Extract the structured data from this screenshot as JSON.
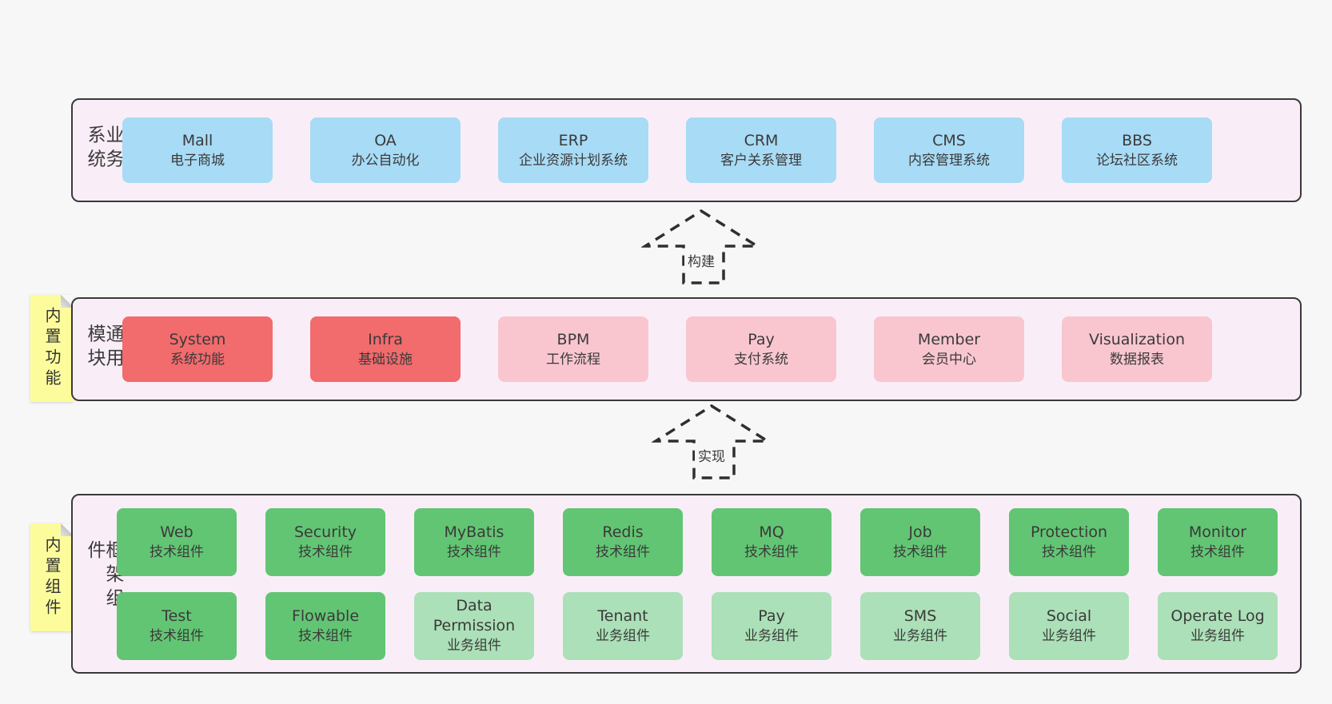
{
  "arrows": [
    {
      "label": "构建"
    },
    {
      "label": "实现"
    }
  ],
  "layers": [
    {
      "id": "business-systems",
      "label": "业务系统",
      "items": [
        {
          "name": "Mall",
          "desc": "电子商城",
          "variant": "blue"
        },
        {
          "name": "OA",
          "desc": "办公自动化",
          "variant": "blue"
        },
        {
          "name": "ERP",
          "desc": "企业资源计划系统",
          "variant": "blue"
        },
        {
          "name": "CRM",
          "desc": "客户关系管理",
          "variant": "blue"
        },
        {
          "name": "CMS",
          "desc": "内容管理系统",
          "variant": "blue"
        },
        {
          "name": "BBS",
          "desc": "论坛社区系统",
          "variant": "blue"
        }
      ]
    },
    {
      "id": "common-modules",
      "label": "通用模块",
      "sticky": "内置功能",
      "items": [
        {
          "name": "System",
          "desc": "系统功能",
          "variant": "red"
        },
        {
          "name": "Infra",
          "desc": "基础设施",
          "variant": "red"
        },
        {
          "name": "BPM",
          "desc": "工作流程",
          "variant": "pink"
        },
        {
          "name": "Pay",
          "desc": "支付系统",
          "variant": "pink"
        },
        {
          "name": "Member",
          "desc": "会员中心",
          "variant": "pink"
        },
        {
          "name": "Visualization",
          "desc": "数据报表",
          "variant": "pink"
        }
      ]
    },
    {
      "id": "framework-components",
      "label": "框架组件",
      "sticky": "内置组件",
      "rows": [
        [
          {
            "name": "Web",
            "desc": "技术组件",
            "variant": "green"
          },
          {
            "name": "Security",
            "desc": "技术组件",
            "variant": "green"
          },
          {
            "name": "MyBatis",
            "desc": "技术组件",
            "variant": "green"
          },
          {
            "name": "Redis",
            "desc": "技术组件",
            "variant": "green"
          },
          {
            "name": "MQ",
            "desc": "技术组件",
            "variant": "green"
          },
          {
            "name": "Job",
            "desc": "技术组件",
            "variant": "green"
          },
          {
            "name": "Protection",
            "desc": "技术组件",
            "variant": "green"
          },
          {
            "name": "Monitor",
            "desc": "技术组件",
            "variant": "green"
          }
        ],
        [
          {
            "name": "Test",
            "desc": "技术组件",
            "variant": "green"
          },
          {
            "name": "Flowable",
            "desc": "技术组件",
            "variant": "green"
          },
          {
            "name": "Data Permission",
            "desc": "业务组件",
            "variant": "green-light"
          },
          {
            "name": "Tenant",
            "desc": "业务组件",
            "variant": "green-light"
          },
          {
            "name": "Pay",
            "desc": "业务组件",
            "variant": "green-light"
          },
          {
            "name": "SMS",
            "desc": "业务组件",
            "variant": "green-light"
          },
          {
            "name": "Social",
            "desc": "业务组件",
            "variant": "green-light"
          },
          {
            "name": "Operate Log",
            "desc": "业务组件",
            "variant": "green-light"
          }
        ]
      ]
    }
  ],
  "colors": {
    "page_bg": "#f7f7f7",
    "panel_bg": "#f9eef7",
    "panel_border": "#3a3a3a",
    "blue": "#a8dbf5",
    "red": "#f26b6d",
    "pink": "#f9c6d0",
    "green": "#62c573",
    "green_light": "#ace0b8",
    "sticky": "#fcfc9d",
    "text": "#3a3a3a"
  }
}
